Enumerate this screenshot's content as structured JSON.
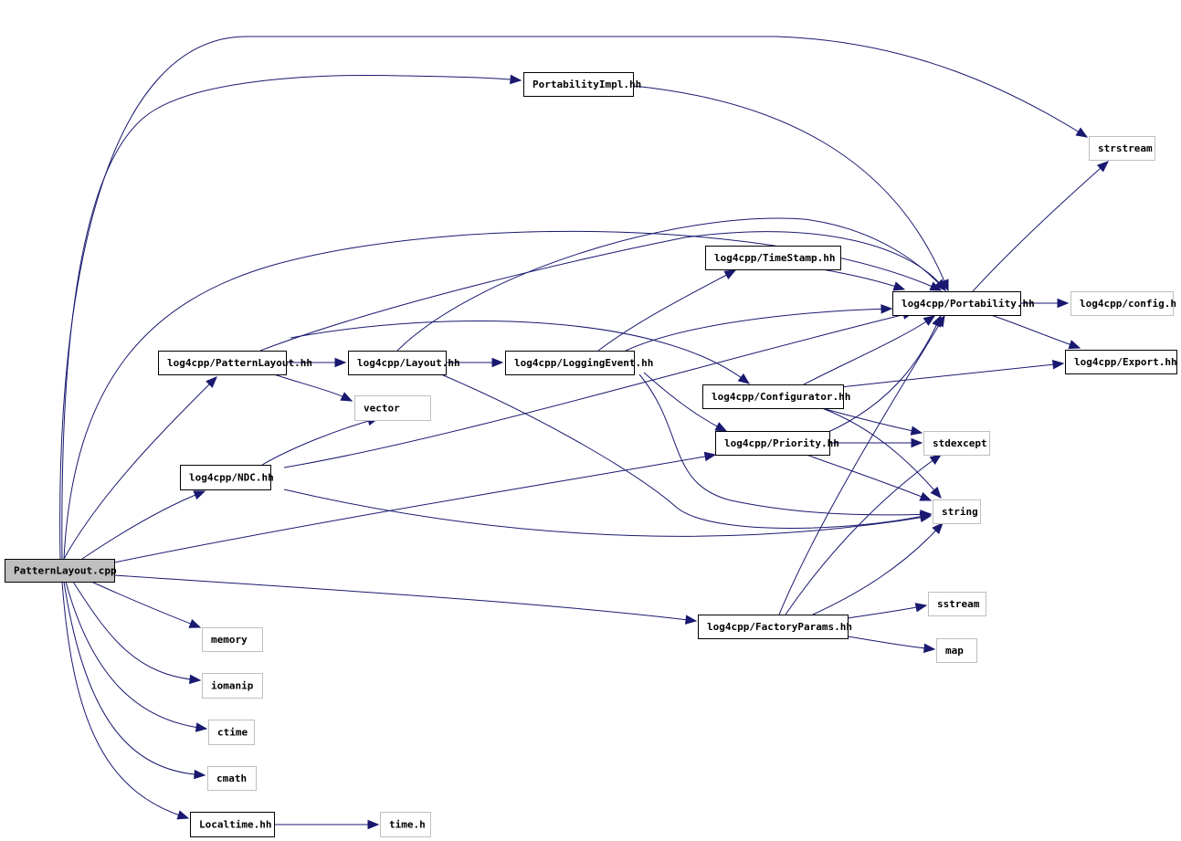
{
  "graph": {
    "title": "PatternLayout.cpp include dependency graph",
    "colors": {
      "edge": "#191970",
      "root_fill": "#bfbfbf",
      "documented_border": "#000000",
      "external_border": "#bfbfbf"
    },
    "nodes": [
      {
        "id": "root",
        "label": "PatternLayout.cpp",
        "kind": "root"
      },
      {
        "id": "portimpl",
        "label": "PortabilityImpl.hh",
        "kind": "documented"
      },
      {
        "id": "strstream",
        "label": "strstream",
        "kind": "external"
      },
      {
        "id": "timestamp",
        "label": "log4cpp/TimeStamp.hh",
        "kind": "documented"
      },
      {
        "id": "portability",
        "label": "log4cpp/Portability.hh",
        "kind": "documented"
      },
      {
        "id": "config",
        "label": "log4cpp/config.h",
        "kind": "external"
      },
      {
        "id": "patternlayout",
        "label": "log4cpp/PatternLayout.hh",
        "kind": "documented"
      },
      {
        "id": "layout",
        "label": "log4cpp/Layout.hh",
        "kind": "documented"
      },
      {
        "id": "loggingevent",
        "label": "log4cpp/LoggingEvent.hh",
        "kind": "documented"
      },
      {
        "id": "export",
        "label": "log4cpp/Export.hh",
        "kind": "documented"
      },
      {
        "id": "configurator",
        "label": "log4cpp/Configurator.hh",
        "kind": "documented"
      },
      {
        "id": "vector",
        "label": "vector",
        "kind": "external"
      },
      {
        "id": "priority",
        "label": "log4cpp/Priority.hh",
        "kind": "documented"
      },
      {
        "id": "stdexcept",
        "label": "stdexcept",
        "kind": "external"
      },
      {
        "id": "ndc",
        "label": "log4cpp/NDC.hh",
        "kind": "documented"
      },
      {
        "id": "string",
        "label": "string",
        "kind": "external"
      },
      {
        "id": "sstream",
        "label": "sstream",
        "kind": "external"
      },
      {
        "id": "factoryparams",
        "label": "log4cpp/FactoryParams.hh",
        "kind": "documented"
      },
      {
        "id": "map",
        "label": "map",
        "kind": "external"
      },
      {
        "id": "memory",
        "label": "memory",
        "kind": "external"
      },
      {
        "id": "iomanip",
        "label": "iomanip",
        "kind": "external"
      },
      {
        "id": "ctime",
        "label": "ctime",
        "kind": "external"
      },
      {
        "id": "cmath",
        "label": "cmath",
        "kind": "external"
      },
      {
        "id": "localtime",
        "label": "Localtime.hh",
        "kind": "documented"
      },
      {
        "id": "timeh",
        "label": "time.h",
        "kind": "external"
      }
    ],
    "edges": [
      {
        "from": "root",
        "to": "strstream"
      },
      {
        "from": "root",
        "to": "portimpl"
      },
      {
        "from": "root",
        "to": "portability"
      },
      {
        "from": "root",
        "to": "patternlayout"
      },
      {
        "from": "root",
        "to": "ndc"
      },
      {
        "from": "root",
        "to": "priority"
      },
      {
        "from": "root",
        "to": "factoryparams"
      },
      {
        "from": "root",
        "to": "memory"
      },
      {
        "from": "root",
        "to": "iomanip"
      },
      {
        "from": "root",
        "to": "ctime"
      },
      {
        "from": "root",
        "to": "cmath"
      },
      {
        "from": "root",
        "to": "localtime"
      },
      {
        "from": "portimpl",
        "to": "portability"
      },
      {
        "from": "portability",
        "to": "strstream"
      },
      {
        "from": "portability",
        "to": "config"
      },
      {
        "from": "portability",
        "to": "export"
      },
      {
        "from": "timestamp",
        "to": "portability"
      },
      {
        "from": "patternlayout",
        "to": "layout"
      },
      {
        "from": "patternlayout",
        "to": "vector"
      },
      {
        "from": "patternlayout",
        "to": "portability"
      },
      {
        "from": "patternlayout",
        "to": "configurator"
      },
      {
        "from": "layout",
        "to": "loggingevent"
      },
      {
        "from": "layout",
        "to": "portability"
      },
      {
        "from": "layout",
        "to": "string"
      },
      {
        "from": "loggingevent",
        "to": "timestamp"
      },
      {
        "from": "loggingevent",
        "to": "portability"
      },
      {
        "from": "loggingevent",
        "to": "priority"
      },
      {
        "from": "loggingevent",
        "to": "string"
      },
      {
        "from": "configurator",
        "to": "portability"
      },
      {
        "from": "configurator",
        "to": "export"
      },
      {
        "from": "configurator",
        "to": "stdexcept"
      },
      {
        "from": "configurator",
        "to": "string"
      },
      {
        "from": "priority",
        "to": "portability"
      },
      {
        "from": "priority",
        "to": "stdexcept"
      },
      {
        "from": "priority",
        "to": "string"
      },
      {
        "from": "ndc",
        "to": "vector"
      },
      {
        "from": "ndc",
        "to": "portability"
      },
      {
        "from": "ndc",
        "to": "string"
      },
      {
        "from": "factoryparams",
        "to": "portability"
      },
      {
        "from": "factoryparams",
        "to": "stdexcept"
      },
      {
        "from": "factoryparams",
        "to": "string"
      },
      {
        "from": "factoryparams",
        "to": "sstream"
      },
      {
        "from": "factoryparams",
        "to": "map"
      },
      {
        "from": "localtime",
        "to": "timeh"
      }
    ]
  }
}
